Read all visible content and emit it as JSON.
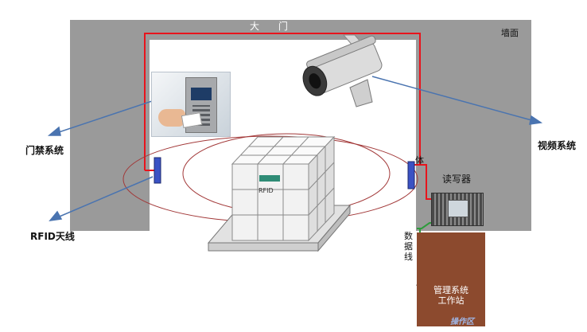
{
  "gate": {
    "title": "大 门"
  },
  "wall": {
    "label": "墙面"
  },
  "labels": {
    "access_control": "门禁系统",
    "video_system": "视频系统",
    "rfid_antenna": "RFID天线",
    "reader": "读写器",
    "data_line": [
      "数",
      "据",
      "线"
    ],
    "workstation": [
      "管理系统",
      "工作站"
    ],
    "operation_area": "操作区",
    "antenna_partial": "体",
    "pallet_tag": "RFID"
  },
  "colors": {
    "wall": "#9a9a9a",
    "red_cable": "#e8141c",
    "green_cable": "#2e9b3c",
    "arrow": "#4a74b0",
    "antenna": "#3a52c4",
    "field": "#a23838",
    "workstation_bg": "#8c4a2e"
  },
  "icons": [
    "security-camera-icon",
    "access-control-panel-icon",
    "rfid-antenna-icon",
    "reader-device-icon",
    "computer-icon",
    "pallet-boxes-icon"
  ]
}
